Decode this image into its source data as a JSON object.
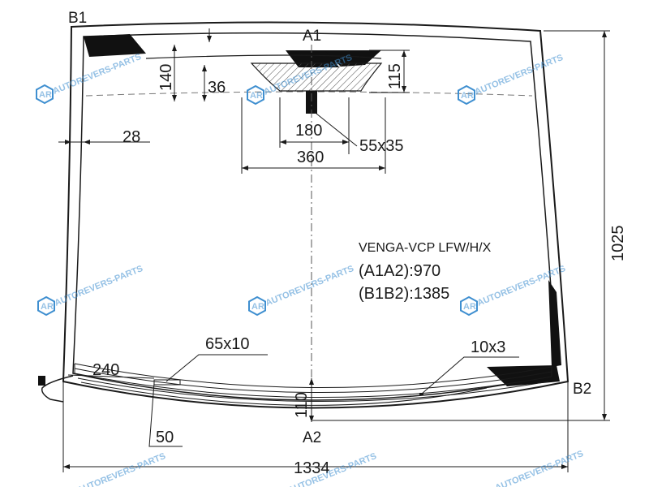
{
  "labels": {
    "b1": "B1",
    "a1": "A1",
    "a2": "A2",
    "b2": "B2"
  },
  "dimensions": {
    "d140": "140",
    "d36": "36",
    "d115": "115",
    "d28": "28",
    "d180": "180",
    "d55x35": "55x35",
    "d360": "360",
    "d1025": "1025",
    "d65x10": "65x10",
    "d10x3": "10x3",
    "d240": "240",
    "d110": "110",
    "d50": "50",
    "d1334": "1334"
  },
  "info": {
    "model": "VENGA-VCP LFW/H/X",
    "a1a2": "(A1A2):970",
    "b1b2": "(B1B2):1385"
  },
  "watermark": {
    "text": "AUTOREVERS-PARTS",
    "logo": "AR"
  },
  "colors": {
    "line": "#1a1a1a",
    "fill_dark": "#111111",
    "watermark": "#3f8fd0"
  }
}
